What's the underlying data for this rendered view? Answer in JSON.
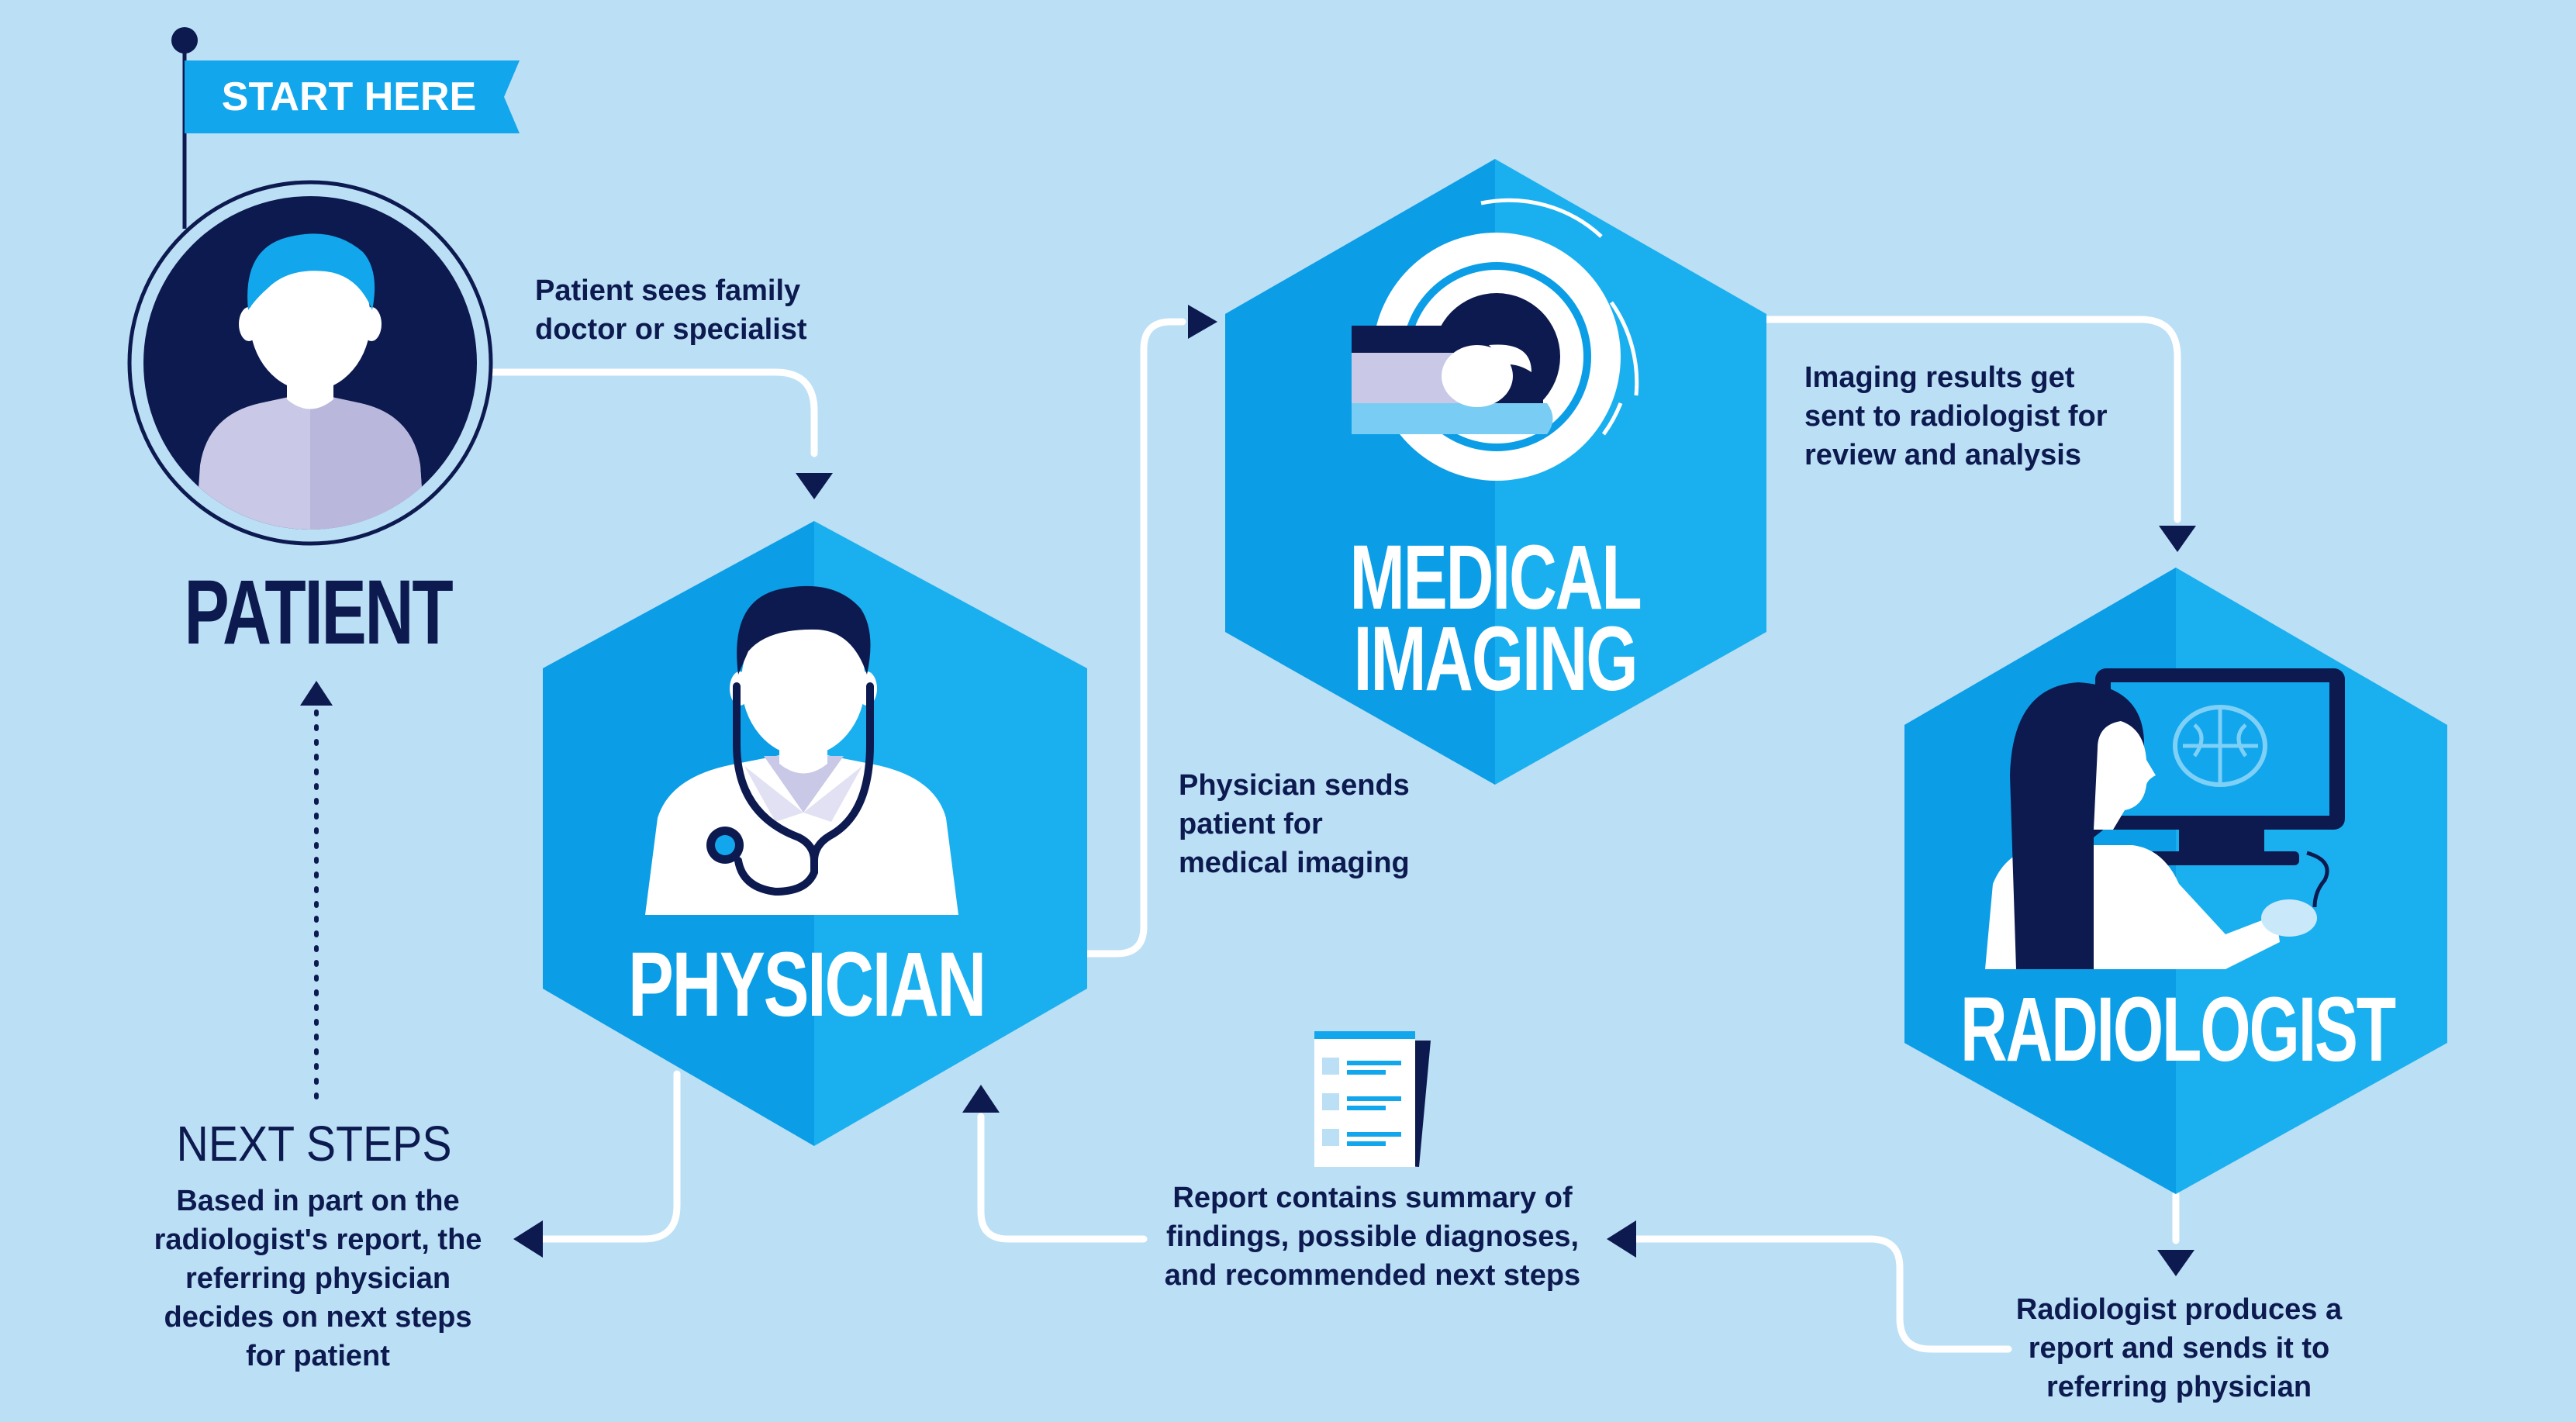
{
  "flag": {
    "label": "START HERE"
  },
  "nodes": {
    "patient": {
      "title": "PATIENT"
    },
    "physician": {
      "title": "PHYSICIAN"
    },
    "imaging": {
      "title_line1": "MEDICAL",
      "title_line2": "IMAGING"
    },
    "radiologist": {
      "title": "RADIOLOGIST"
    },
    "next_steps": {
      "title": "NEXT STEPS"
    }
  },
  "captions": {
    "patient_to_physician": [
      "Patient sees family",
      "doctor or specialist"
    ],
    "physician_to_imaging": [
      "Physician sends",
      "patient for",
      "medical imaging"
    ],
    "imaging_to_radiologist": [
      "Imaging results get",
      "sent to radiologist for",
      "review and analysis"
    ],
    "radiologist_report": [
      "Radiologist produces a",
      "report and sends it to",
      "referring physician"
    ],
    "report_contents": [
      "Report contains summary of",
      "findings, possible diagnoses,",
      "and recommended next steps"
    ],
    "next_steps": [
      "Based in part on the",
      "radiologist's report, the",
      "referring physician",
      "decides on next steps",
      "for patient"
    ]
  },
  "colors": {
    "background": "#bbdff5",
    "hexagon": "#0b9ee6",
    "hexagon_light": "#1ab0f0",
    "navy": "#0d1a4f",
    "flag": "#12a6ec",
    "white": "#ffffff",
    "shirt": "#c9c8e6"
  },
  "icons": [
    "flag-icon",
    "patient-avatar-icon",
    "doctor-stethoscope-icon",
    "mri-scanner-icon",
    "radiologist-monitor-icon",
    "report-document-icon"
  ]
}
